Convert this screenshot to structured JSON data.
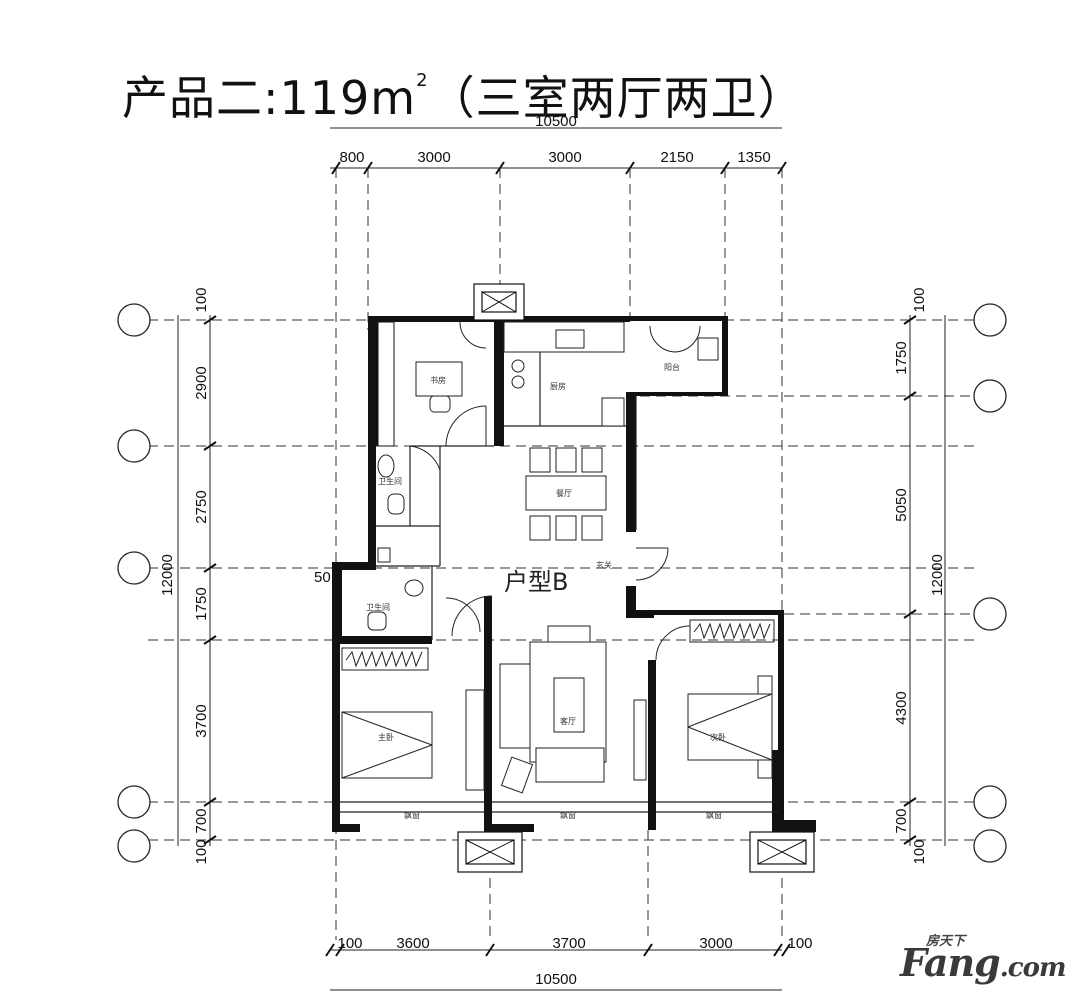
{
  "title": {
    "main": "产品二:119m",
    "sup": "2",
    "suffix": "（三室两厅两卫）"
  },
  "unit_label": "户型B",
  "dimensions": {
    "top_overall": "10500",
    "top": [
      "800",
      "3000",
      "3000",
      "2150",
      "1350"
    ],
    "bottom": [
      "100",
      "3600",
      "3700",
      "3000",
      "100"
    ],
    "bottom_overall": "10500",
    "left": [
      "100",
      "2900",
      "2750",
      "1750",
      "3700",
      "700",
      "100"
    ],
    "left_overall": "12000",
    "left_extra": "50",
    "right": [
      "100",
      "1750",
      "5050",
      "4300",
      "700",
      "100"
    ],
    "right_overall": "12000"
  },
  "rooms": {
    "study": "书房",
    "kitchen": "厨房",
    "balcony_service": "阳台",
    "dining": "餐厅",
    "entrance": "玄关",
    "bath_public": "卫生间",
    "bath_master": "卫生间",
    "master_bedroom": "主卧",
    "living": "客厅",
    "second_bedroom": "次卧",
    "balcony_1": "飘窗",
    "balcony_2": "飘窗",
    "balcony_3": "飘窗"
  },
  "watermark": {
    "cn": "房天下",
    "en": "Fang",
    "en_suffix": ".com"
  },
  "colors": {
    "wall": "#111111",
    "line": "#222222",
    "dash": "#333333"
  }
}
